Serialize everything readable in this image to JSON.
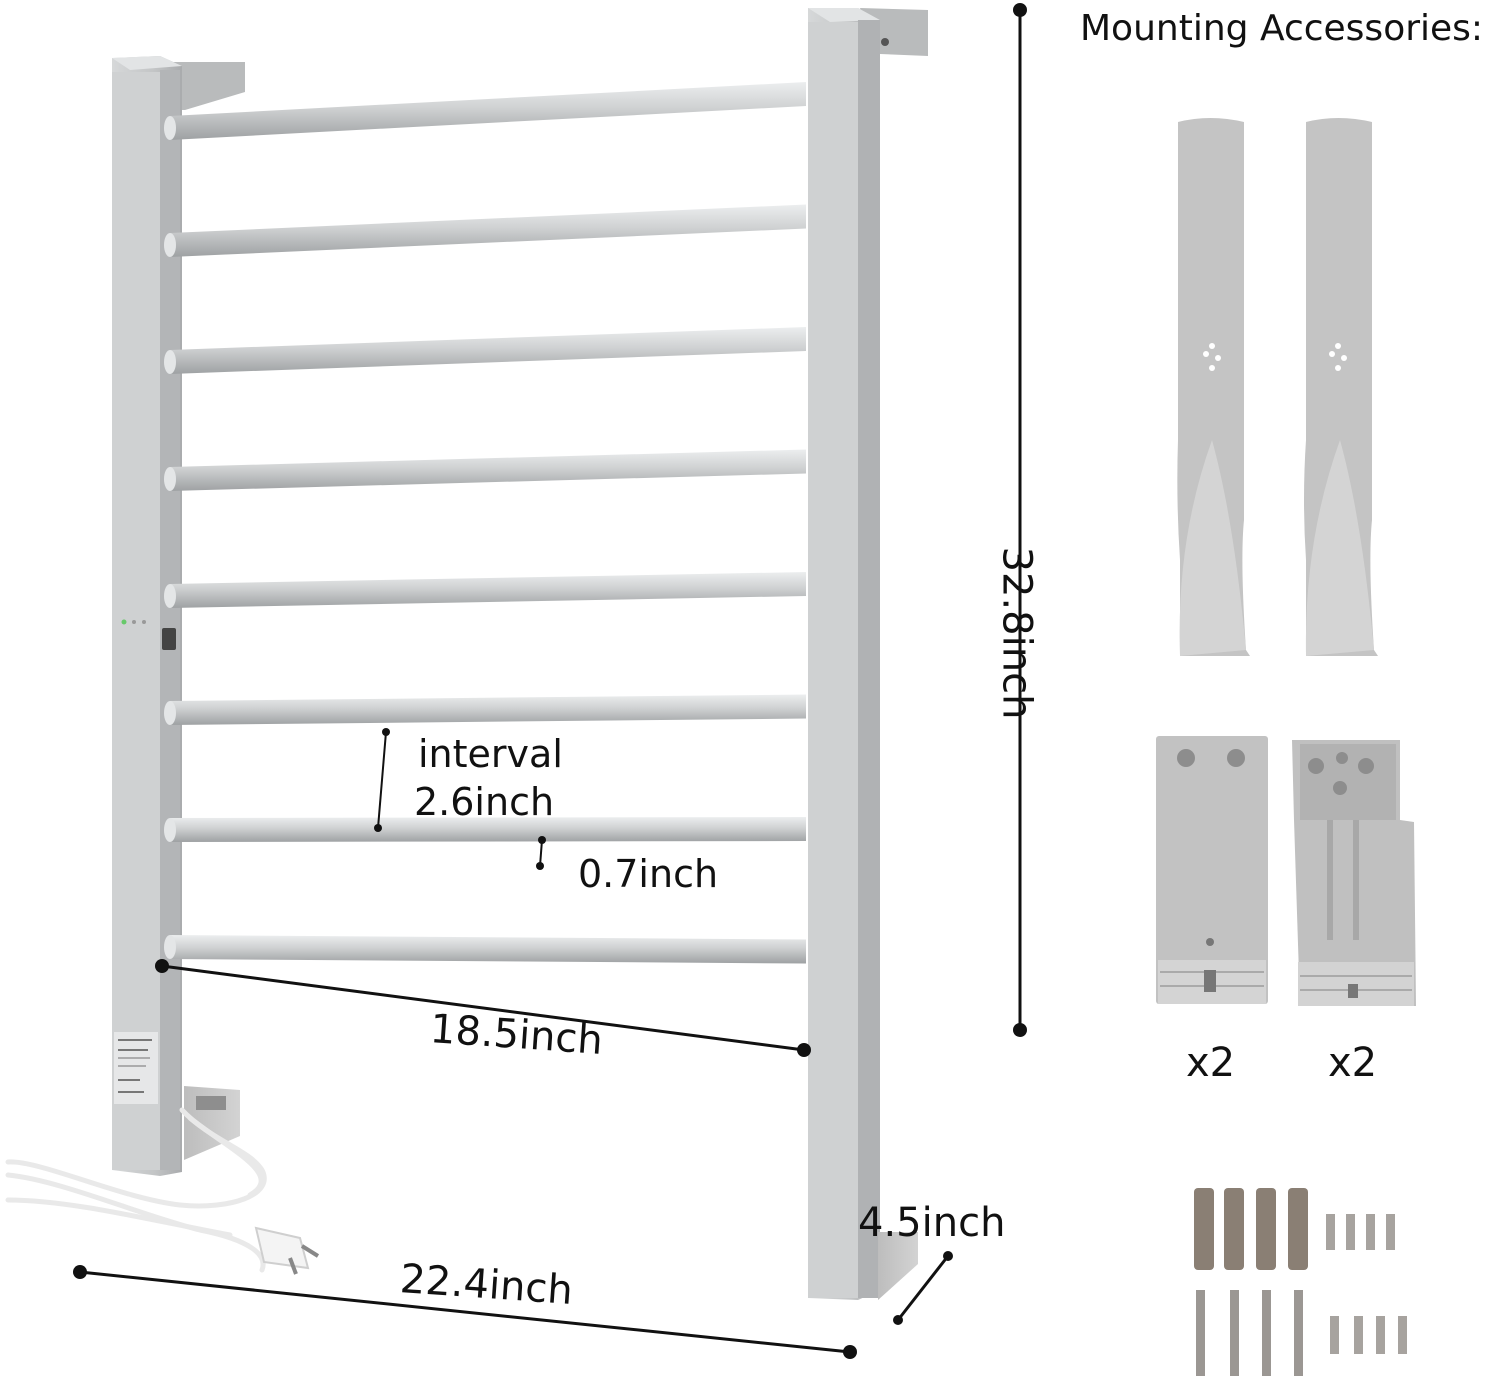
{
  "accessories": {
    "title": "Mounting Accessories:",
    "quantities": [
      "x2",
      "x2"
    ]
  },
  "dimensions": {
    "height": "32.8inch",
    "width": "22.4inch",
    "rail_length": "18.5inch",
    "depth": "4.5inch",
    "rail_diameter": "0.7inch",
    "interval_label": "interval",
    "interval_value": "2.6inch"
  },
  "product": {
    "rail_count": 8,
    "colors": {
      "frame": "#c9cbcc",
      "frame_dark": "#aeb0b2",
      "rail": "#cfd1d2",
      "accessory": "#c6c6c6",
      "dim_line": "#111111"
    }
  }
}
